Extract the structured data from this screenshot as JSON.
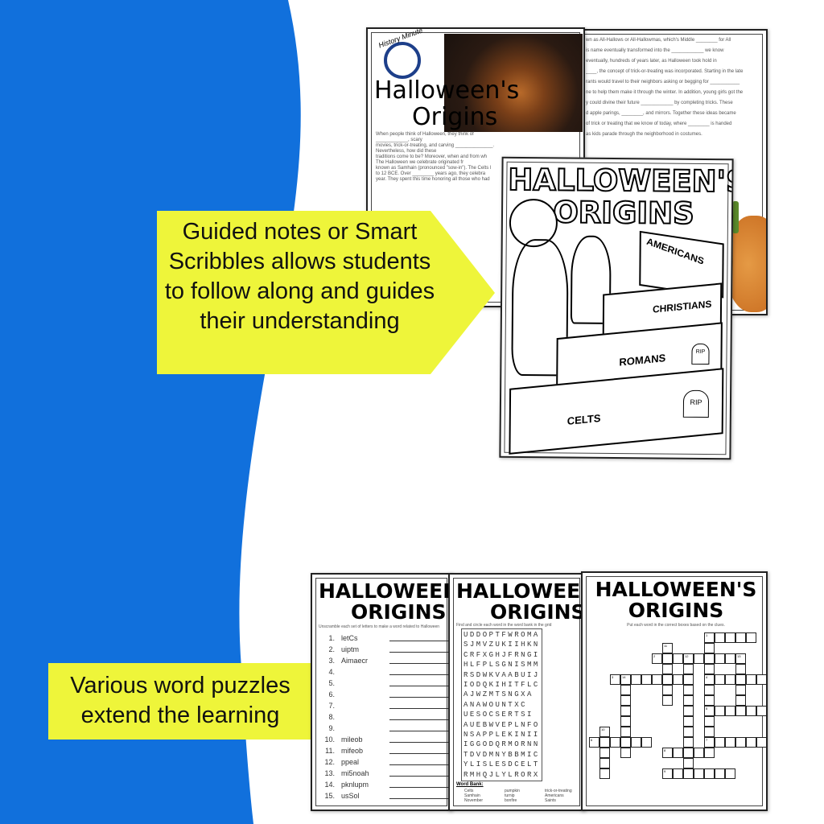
{
  "colors": {
    "blue": "#1170dc",
    "callout": "#eef53a"
  },
  "callout_top": {
    "text": "Guided notes or Smart Scribbles allows students to follow along and guides their understanding"
  },
  "callout_bottom": {
    "text": "Various word puzzles extend the learning"
  },
  "notes_page": {
    "logo": "History Minute",
    "title_line1": "Halloween's",
    "title_line2": "Origins",
    "lines": [
      "When people think of Halloween, they think of ____________, scary",
      "movies, trick-or-treating, and carving ______________. Nevertheless, how did these",
      "traditions come to be? Moreover, when and from wh",
      "The Halloween we celebrate originated fr",
      "known as Samhain (pronounced \"sow-in\"). The Celts l",
      "to 12 BCE. Over ________ years ago, they celebra",
      "year. They spent this time honoring all those who had"
    ],
    "lines_right": [
      "wn as All-Hallows or All-Hallowmas, which's Middle ________ for All",
      "is name eventually transformed into the ____________ we know",
      "",
      "eventually, hundreds of years later, as Halloween took hold in",
      "____, the concept of trick-or-treating was incorporated. Starting in the late",
      "rants would travel to their neighbors asking or begging for ___________",
      "ne to help them make it through the winter. In addition, young girls got the",
      "y could divine their future ____________ by completing tricks. These",
      "d apple parings, ________, and mirrors. Together these ideas became",
      "of trick or treating that we know of today, where ________ is handed",
      "as kids parade through the neighborhood in costumes."
    ]
  },
  "coloring_page": {
    "title_line1": "HALLOWEEN'S",
    "title_line2": "ORIGINS",
    "blocks": [
      "AMERICANS",
      "CHRISTIANS",
      "ROMANS",
      "CELTS"
    ],
    "graves": [
      "RIP",
      "RIP"
    ]
  },
  "puzzles": {
    "title_line1": "HALLOWEEN'S",
    "title_line2": "ORIGINS",
    "unscramble": {
      "instructions": "Unscramble each set of letters to make a word related to Halloween",
      "items": [
        {
          "n": "1.",
          "w": "letCs"
        },
        {
          "n": "2.",
          "w": "uiptm"
        },
        {
          "n": "3.",
          "w": "Aimaecr"
        },
        {
          "n": "4.",
          "w": ""
        },
        {
          "n": "5.",
          "w": ""
        },
        {
          "n": "6.",
          "w": ""
        },
        {
          "n": "7.",
          "w": ""
        },
        {
          "n": "8.",
          "w": ""
        },
        {
          "n": "9.",
          "w": ""
        },
        {
          "n": "10.",
          "w": "mileob"
        },
        {
          "n": "11.",
          "w": "mifeob"
        },
        {
          "n": "12.",
          "w": "ppeal"
        },
        {
          "n": "13.",
          "w": "mi5noah"
        },
        {
          "n": "14.",
          "w": "pknlupm"
        },
        {
          "n": "15.",
          "w": "usSol"
        }
      ]
    },
    "wordsearch": {
      "instructions": "Find and circle each word in the word bank in the grid",
      "rows": [
        "UDDOPTFWROMA",
        "SJMVZUKIIHKN",
        "CRFXGHJFRNGI",
        "HLFPLSGNISMM",
        "RSDWKVAABUIJ",
        "IODQKIHITFLC",
        "AJWZMTSNGXA",
        "ANAWOUNTXC",
        "UESOCSERTSI",
        "AUEBWVEPLNFO",
        "NSAPPLEKINII",
        "IGGODQRMORNN",
        "TDVDMNYBBMIC",
        "YLISLESDCELT",
        "RMHQJLYLRORX"
      ],
      "word_bank_label": "Word Bank:",
      "word_bank": [
        "Celts",
        "pumpkin",
        "trick-or-treating",
        "Samhain",
        "turnip",
        "Americans",
        "November",
        "bonfire",
        "Saints"
      ]
    },
    "crossword": {
      "instructions": "Put each word in the correct boxes based on the clues.",
      "numbers": [
        "1",
        "2",
        "3",
        "4",
        "5",
        "6",
        "7",
        "8",
        "9",
        "10",
        "11",
        "12",
        "13",
        "14"
      ]
    }
  }
}
